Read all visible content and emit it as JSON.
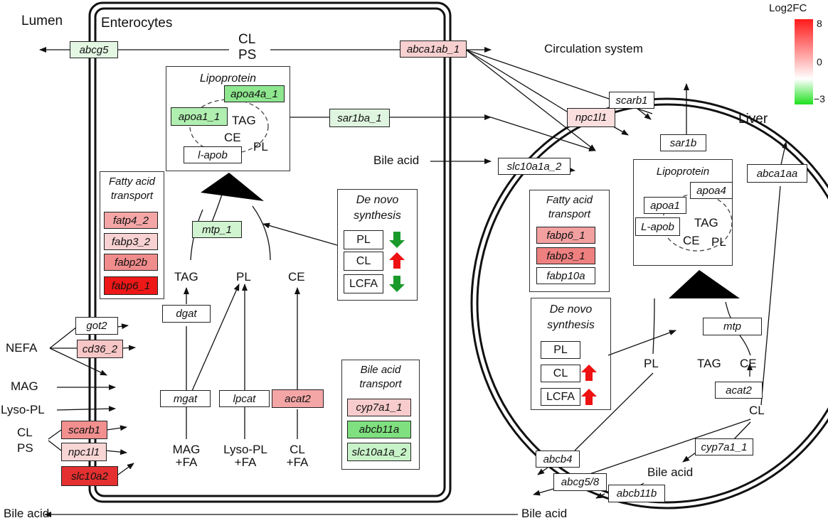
{
  "colors": {
    "red": "#ff1a1a",
    "light_red": "#f4a0a0",
    "pale_red": "#f8d6d6",
    "green": "#3cc13c",
    "light_green": "#bdf0bd",
    "pale_green": "#e3f7e3",
    "arrow_up": "#ee1111",
    "arrow_down": "#1a9a2a"
  },
  "legend": {
    "title": "Log2FC",
    "max": "8",
    "mid": "0",
    "min": "−3"
  },
  "regions": {
    "lumen": "Lumen",
    "enterocytes": "Enterocytes",
    "circulation": "Circulation system",
    "liver": "Liver"
  },
  "enterocyte": {
    "cl": "CL",
    "ps": "PS",
    "lipoprotein_title": "Lipoprotein",
    "lipo_components": {
      "tag": "TAG",
      "ce": "CE",
      "pl": "PL"
    },
    "fa_transport_title": "Fatty acid transport",
    "de_novo_title": "De novo synthesis",
    "de_novo_items": [
      "PL",
      "CL",
      "LCFA"
    ],
    "products": {
      "tag": "TAG",
      "pl": "PL",
      "ce": "CE"
    },
    "substrates": {
      "mag": "MAG\n+FA",
      "lyso": "Lyso-PL\n+FA",
      "cl": "CL\n+FA"
    },
    "bile_transport_title": "Bile acid transport"
  },
  "left_inputs": {
    "nefa": "NEFA",
    "mag": "MAG",
    "lyso": "Lyso-PL",
    "cl": "CL",
    "ps": "PS",
    "bile": "Bile acid"
  },
  "genes": {
    "abcg5": "abcg5",
    "abca1ab_1": "abca1ab_1",
    "apoa4a_1": "apoa4a_1",
    "apoa1_1": "apoa1_1",
    "l_apob": "l-apob",
    "sar1ba_1": "sar1ba_1",
    "slc10a1a_2": "slc10a1a_2",
    "npc1l1_top": "npc1l1",
    "scarb1_top": "scarb1",
    "fatp4_2": "fatp4_2",
    "fabp3_2": "fabp3_2",
    "fabp2b": "fabp2b",
    "fabp6_1": "fabp6_1",
    "mtp_1": "mtp_1",
    "dgat": "dgat",
    "mgat": "mgat",
    "lpcat": "lpcat",
    "acat2": "acat2",
    "cyp7a1_1": "cyp7a1_1",
    "abcb11a": "abcb11a",
    "slc10a1a_2b": "slc10a1a_2",
    "got2": "got2",
    "cd36_2": "cd36_2",
    "scarb1": "scarb1",
    "npc1l1": "npc1l1",
    "slc10a2": "slc10a2",
    "sar1b": "sar1b",
    "abca1aa": "abca1aa",
    "apoa4": "apoa4",
    "apoa1": "apoa1",
    "L_apob": "L-apob",
    "fabp6_1b": "fabp6_1",
    "fabp3_1": "fabp3_1",
    "fabp10a": "fabp10a",
    "mtp": "mtp",
    "acat2b": "acat2",
    "cyp7a1_1b": "cyp7a1_1",
    "abcb4": "abcb4",
    "abcg5_8": "abcg5/8",
    "abcb11b": "abcb11b"
  },
  "liver": {
    "lipoprotein_title": "Lipoprotein",
    "lipo_components": {
      "tag": "TAG",
      "ce": "CE",
      "pl": "PL"
    },
    "fa_transport_title": "Fatty acid transport",
    "de_novo_title": "De novo synthesis",
    "de_novo_items": [
      "PL",
      "CL",
      "LCFA"
    ],
    "labels": {
      "pl": "PL",
      "tag": "TAG",
      "ce": "CE",
      "cl": "CL",
      "bile_inner": "Bile acid"
    }
  },
  "bile_acid_mid": "Bile acid",
  "bile_acid_bottom": "Bile acid"
}
